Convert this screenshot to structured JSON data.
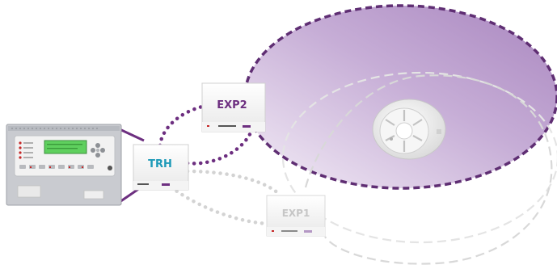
{
  "modules": {
    "trh": {
      "label": "TRH"
    },
    "exp1": {
      "label": "EXP1"
    },
    "exp2": {
      "label": "EXP2"
    }
  },
  "colors": {
    "zone_fill_light": "#f4eef7",
    "zone_fill_dark": "#a986bf",
    "zone_border": "#5f2e73",
    "link_active": "#6d2f80",
    "link_inactive": "#d3d3d3",
    "label_trh": "#1e9ab8",
    "label_exp2": "#6d2f80",
    "label_exp1": "#c6c6c6",
    "panel_body": "#c9cbd0",
    "panel_display": "#5fd05e"
  },
  "icons": [
    "fire-panel",
    "smoke-detector",
    "radio-module"
  ]
}
